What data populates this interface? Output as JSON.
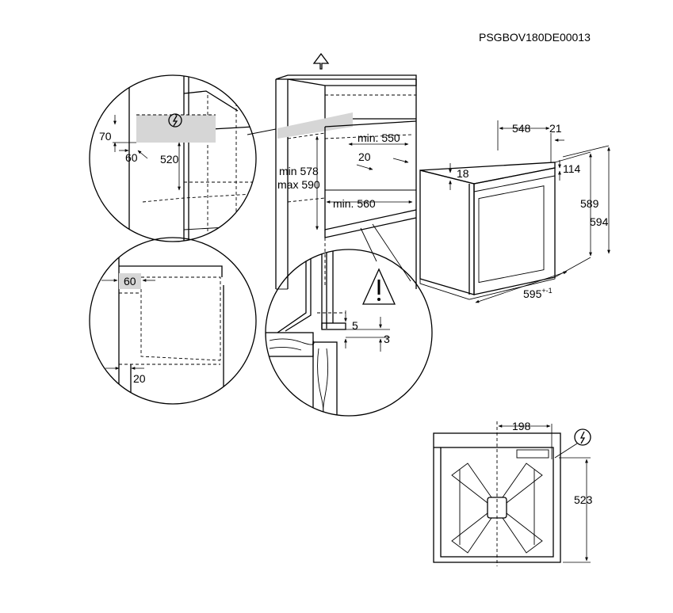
{
  "document_code": "PSGBOV180DE00013",
  "labels": {
    "top_left": {
      "d70": "70",
      "d60": "60",
      "d520": "520"
    },
    "middle_left": {
      "d60": "60",
      "d20": "20"
    },
    "cabinet": {
      "min550": "min. 550",
      "d20": "20",
      "min578": "min 578",
      "max590": "max 590",
      "min560": "min. 560"
    },
    "detail": {
      "d5": "5",
      "d3": "3"
    },
    "oven": {
      "d548": "548",
      "d21": "21",
      "d18": "18",
      "d114": "114",
      "d589": "589",
      "d594": "594",
      "d595": "595",
      "tol595": "+-1"
    },
    "bottom": {
      "d198": "198",
      "d523": "523"
    }
  },
  "icons": [
    "arrow-up-icon",
    "power-symbol-icon",
    "warning-icon",
    "wood-hatch-icon"
  ]
}
